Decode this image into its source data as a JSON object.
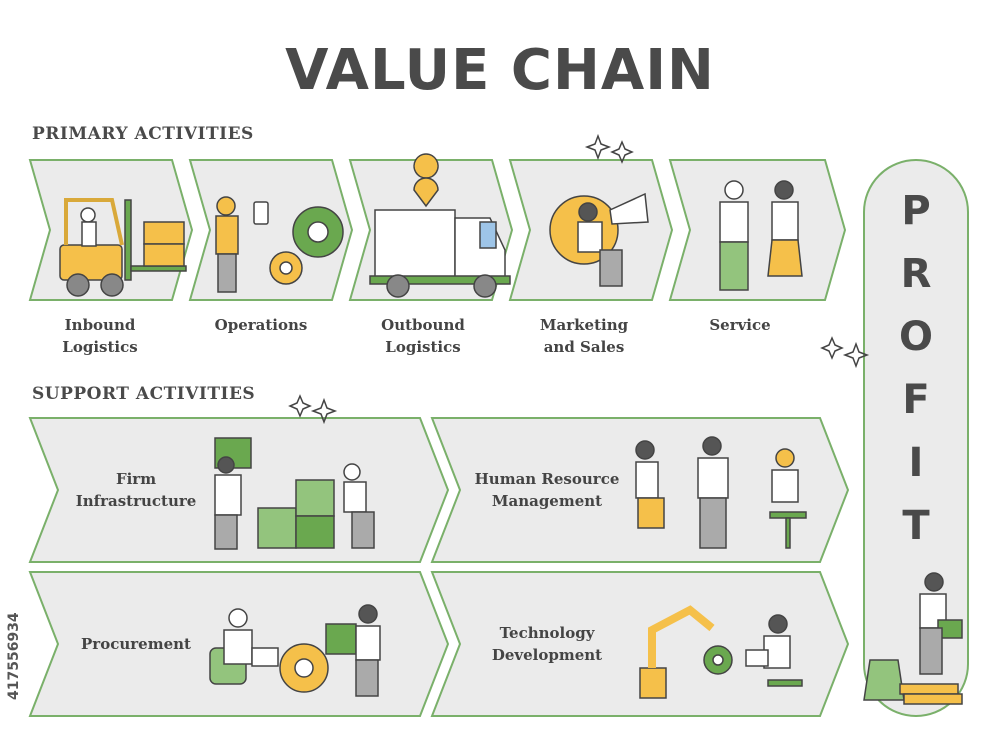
{
  "title": "VALUE CHAIN",
  "primary_heading": "PRIMARY ACTIVITIES",
  "support_heading": "SUPPORT ACTIVITIES",
  "primary": [
    {
      "label": "Inbound\nLogistics",
      "icon": "forklift-icon"
    },
    {
      "label": "Operations",
      "icon": "gears-worker-icon"
    },
    {
      "label": "Outbound\nLogistics",
      "icon": "delivery-truck-icon"
    },
    {
      "label": "Marketing\nand Sales",
      "icon": "megaphone-icon"
    },
    {
      "label": "Service",
      "icon": "service-people-icon"
    }
  ],
  "support": [
    {
      "label": "Firm\nInfrastructure",
      "icon": "puzzle-icon"
    },
    {
      "label": "Human Resource\nManagement",
      "icon": "handshake-icon"
    },
    {
      "label": "Procurement",
      "icon": "procurement-gears-icon"
    },
    {
      "label": "Technology\nDevelopment",
      "icon": "robot-arm-icon"
    }
  ],
  "profit": [
    "P",
    "R",
    "O",
    "F",
    "I",
    "T"
  ],
  "watermark": "417556934",
  "colors": {
    "green": "#6aa84f",
    "yellow": "#f5c04a",
    "gray": "#e6e6e6",
    "outline": "#444444"
  }
}
